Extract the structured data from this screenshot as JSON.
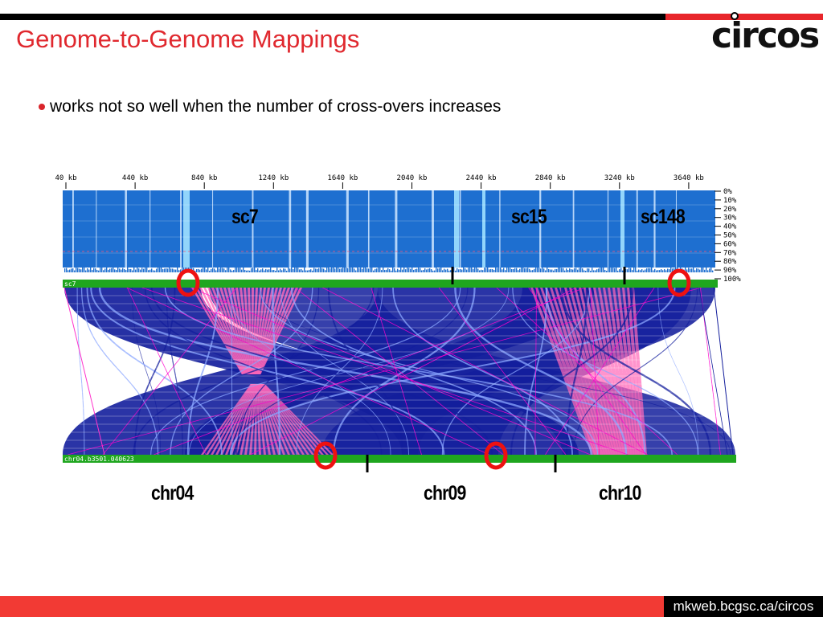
{
  "slide": {
    "title": "Genome-to-Genome Mappings",
    "bullet": "works not so well when the number of cross-overs increases",
    "logo_text": "circos",
    "footer_url": "mkweb.bcgsc.ca/circos"
  },
  "diagram": {
    "axis_ticks": [
      "40 kb",
      "440 kb",
      "840 kb",
      "1240 kb",
      "1640 kb",
      "2040 kb",
      "2440 kb",
      "2840 kb",
      "3240 kb",
      "3640 kb"
    ],
    "percent_ticks": [
      "0%",
      "10%",
      "20%",
      "30%",
      "40%",
      "50%",
      "60%",
      "70%",
      "80%",
      "90%",
      "100%"
    ],
    "top_track_label": "sc7",
    "bottom_track_label": "chr04.b3501.040623",
    "top_labels": [
      "sc7",
      "sc15",
      "sc148"
    ],
    "bottom_labels": [
      "chr04",
      "chr09",
      "chr10"
    ],
    "colors": {
      "coverage": "#1e6fd0",
      "track": "#1fa61f",
      "ribbon_dark": "#131e9c",
      "ribbon_pink": "#ff66b8",
      "highlight": "#ee1111"
    }
  }
}
